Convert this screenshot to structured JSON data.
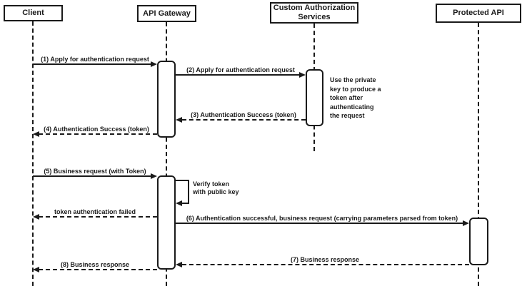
{
  "diagram": {
    "type": "sequence",
    "participants": [
      {
        "name": "Client"
      },
      {
        "name": "API Gateway"
      },
      {
        "name": "Custom Authorization\nServices"
      },
      {
        "name": "Protected API"
      }
    ],
    "messages": [
      {
        "label": "(1) Apply for authentication request",
        "from": "Client",
        "to": "API Gateway",
        "line": "solid"
      },
      {
        "label": "(2) Apply for authentication request",
        "from": "API Gateway",
        "to": "Custom Authorization Services",
        "line": "solid"
      },
      {
        "label": "(3) Authentication Success (token)",
        "from": "Custom Authorization Services",
        "to": "API Gateway",
        "line": "dashed"
      },
      {
        "label": "(4) Authentication Success (token)",
        "from": "API Gateway",
        "to": "Client",
        "line": "dashed"
      },
      {
        "label": "(5) Business request (with Token)",
        "from": "Client",
        "to": "API Gateway",
        "line": "solid"
      },
      {
        "label": "Verify token\nwith public key",
        "from": "API Gateway",
        "to": "API Gateway",
        "line": "solid",
        "self": true
      },
      {
        "label": "token authentication failed",
        "from": "API Gateway",
        "to": "Client",
        "line": "dashed"
      },
      {
        "label": "(6) Authentication successful, business request (carrying parameters parsed from token)",
        "from": "API Gateway",
        "to": "Protected API",
        "line": "solid"
      },
      {
        "label": "(7) Business response",
        "from": "Protected API",
        "to": "API Gateway",
        "line": "dashed"
      },
      {
        "label": "(8) Business response",
        "from": "API Gateway",
        "to": "Client",
        "line": "dashed"
      }
    ],
    "notes": [
      {
        "text": "Use the private\nkey to produce a\ntoken after\nauthenticating\nthe request"
      }
    ],
    "colors": {
      "stroke": "#1a1a1a",
      "background": "#ffffff"
    }
  }
}
